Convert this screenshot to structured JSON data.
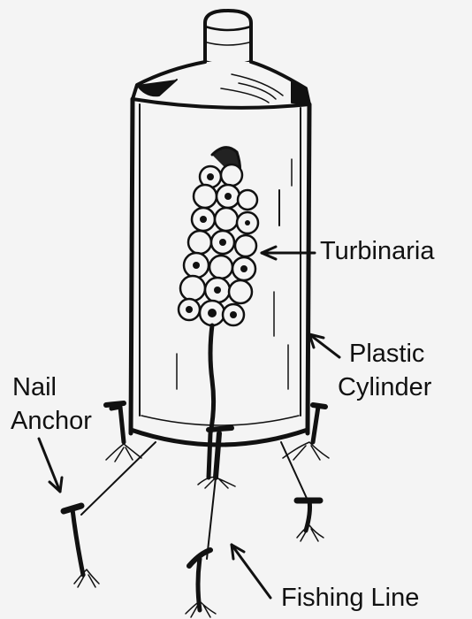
{
  "labels": {
    "turbinaria": "Turbinaria",
    "plastic_cylinder_line1": "Plastic",
    "plastic_cylinder_line2": "Cylinder",
    "nail_anchor_line1": "Nail",
    "nail_anchor_line2": "Anchor",
    "fishing_line": "Fishing Line"
  },
  "colors": {
    "ink": "#111111",
    "background": "#f4f4f4"
  }
}
